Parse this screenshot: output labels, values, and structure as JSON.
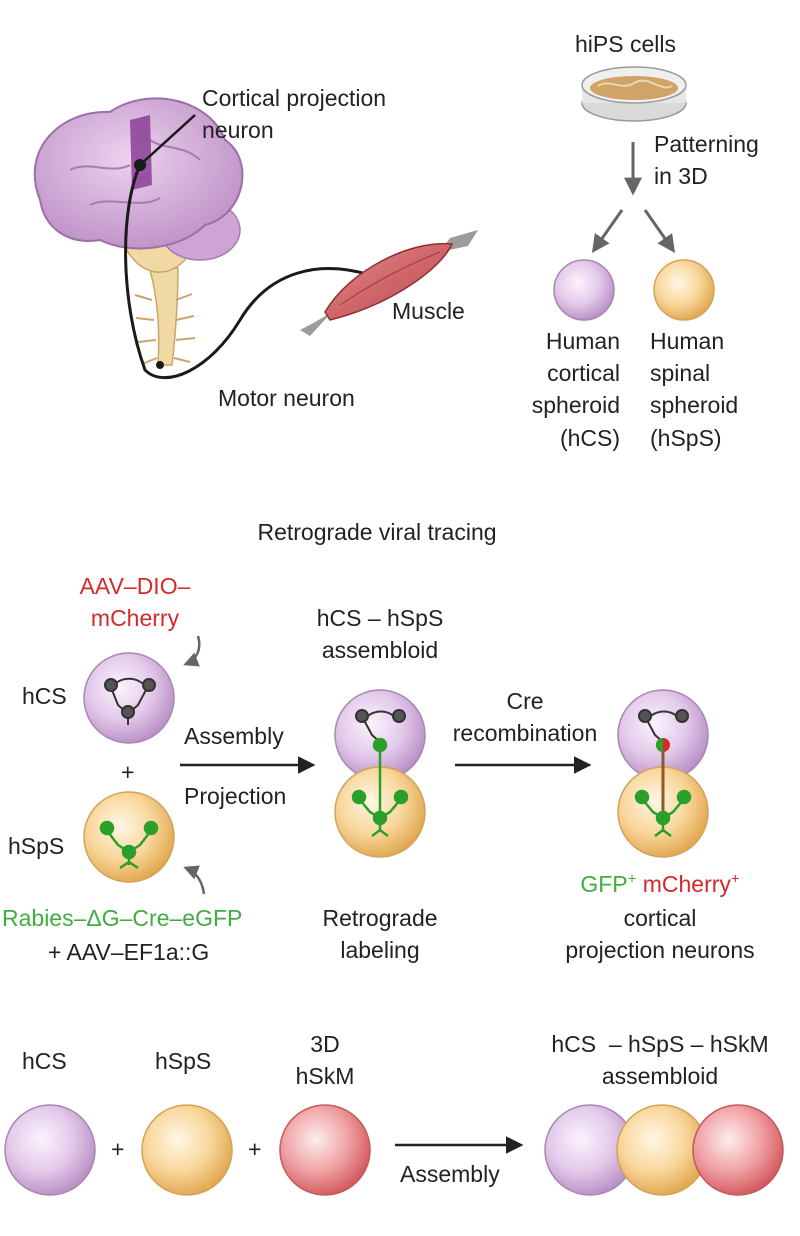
{
  "top": {
    "cortical_label": "Cortical projection\nneuron",
    "muscle_label": "Muscle",
    "motor_label": "Motor neuron",
    "hips_label": "hiPS cells",
    "patterning_label": "Patterning\nin 3D",
    "hcs_caption": "Human\ncortical\nspheroid\n(hCS)",
    "hsps_caption": "Human\nspinal\nspheroid\n(hSpS)"
  },
  "middle": {
    "title": "Retrograde viral tracing",
    "aav_dio": "AAV–DIO–\nmCherry",
    "hcs": "hCS",
    "plus": "+",
    "hsps": "hSpS",
    "rabies": "Rabies–ΔG–Cre–eGFP",
    "aav_ef1a": "+ AAV–EF1a::G",
    "assembly": "Assembly",
    "projection": "Projection",
    "assembloid": "hCS – hSpS\nassembloid",
    "retrograde_labeling": "Retrograde\nlabeling",
    "cre_recombination": "Cre\nrecombination",
    "gfp": "GFP",
    "mcherry": "mCherry",
    "sup_plus": "+",
    "cortical_projection_neurons": "cortical\nprojection neurons"
  },
  "bottom": {
    "hcs": "hCS",
    "hsps": "hSpS",
    "hskm": "3D\nhSkM",
    "plus": "+",
    "assembly": "Assembly",
    "assembloid_title": "hCS  – hSpS – hSkM\nassembloid"
  },
  "colors": {
    "cortical": "#d9bfe2",
    "spinal": "#f7cf8e",
    "muscle": "#e8868a",
    "rabies_text": "#3fae3f",
    "aav_text": "#d32a2a"
  }
}
